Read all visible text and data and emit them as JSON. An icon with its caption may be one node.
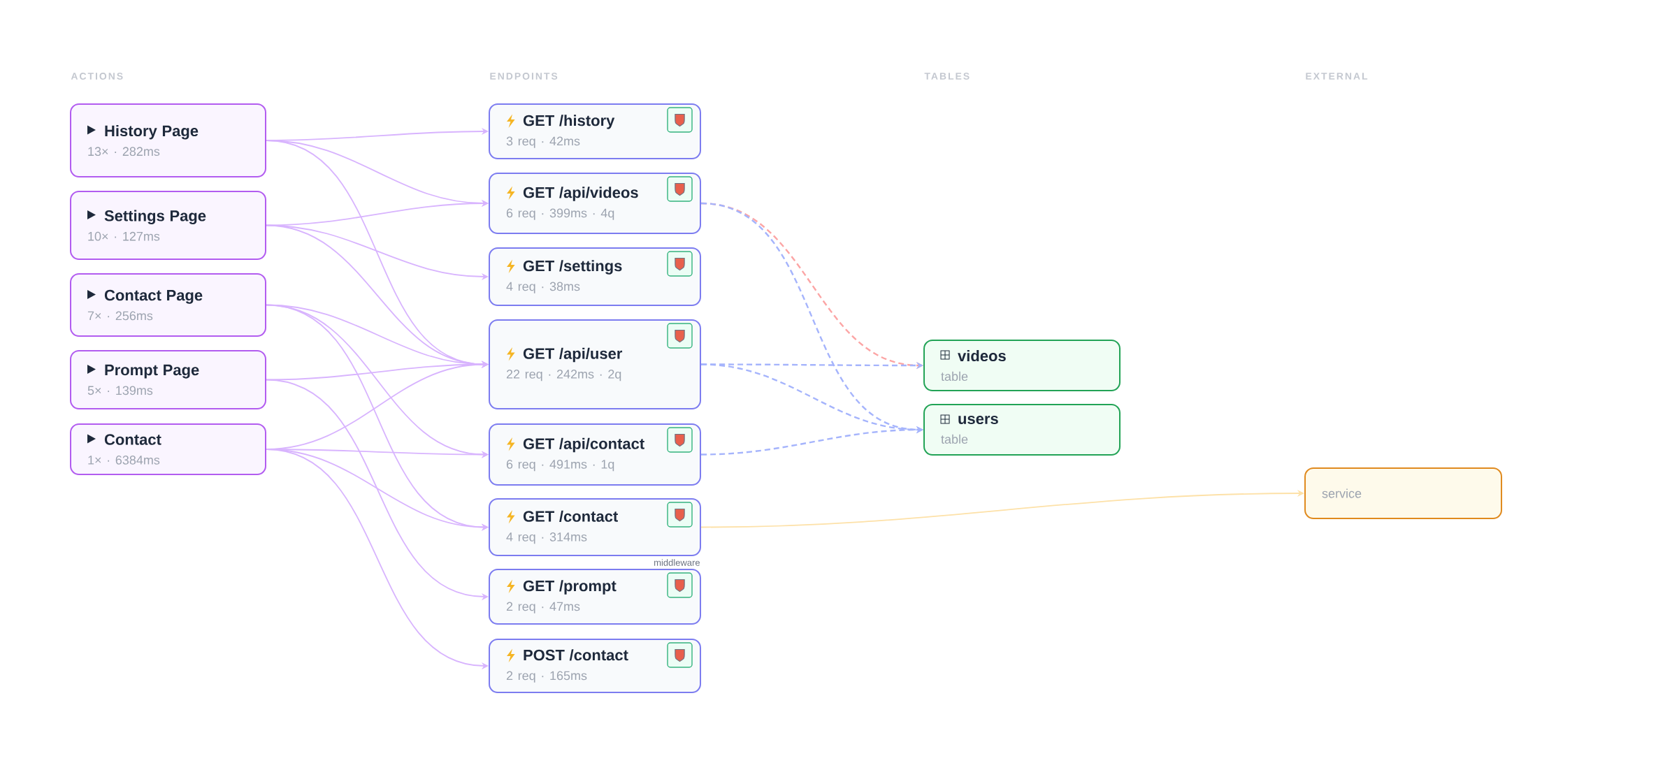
{
  "diagram": {
    "nodes": [
      {
        "text": [
          "History Page",
          "13× · 282ms"
        ]
      },
      {
        "text": [
          "Settings Page",
          "10× · 127ms"
        ]
      },
      {
        "text": [
          "Contact Page",
          "7× · 256ms"
        ]
      },
      {
        "text": [
          "Prompt Page",
          "5× · 139ms"
        ]
      },
      {
        "text": [
          "Contact",
          "1× · 6384ms"
        ]
      },
      {
        "text": [
          "GET /history",
          "3 req · 42ms"
        ]
      },
      {
        "text": [
          "GET /api/videos",
          "6 req · 399ms · 4q"
        ]
      },
      {
        "text": [
          "GET /settings",
          "4 req · 38ms"
        ]
      },
      {
        "text": [
          "GET /api/user",
          "22 req · 242ms · 2q"
        ]
      },
      {
        "text": [
          "GET /api/contact",
          "6 req · 491ms · 1q"
        ]
      },
      {
        "text": [
          "GET /contact",
          "4 req · 314ms"
        ]
      },
      {
        "text": [
          "GET /prompt",
          "2 req · 47ms"
        ]
      },
      {
        "text": [
          "POST /contact",
          "2 req · 165ms"
        ]
      },
      {
        "text": [
          "videos",
          "table"
        ]
      },
      {
        "text": [
          "users",
          "table"
        ]
      },
      {
        "text": [
          "service"
        ]
      }
    ],
    "edges": [
      {
        "from": 0,
        "to": 5,
        "arrow": "to"
      },
      {
        "from": 0,
        "to": 6,
        "arrow": "to"
      },
      {
        "from": 0,
        "to": 8,
        "arrow": "to"
      },
      {
        "from": 1,
        "to": 6,
        "arrow": "to"
      },
      {
        "from": 1,
        "to": 7,
        "arrow": "to"
      },
      {
        "from": 1,
        "to": 8,
        "arrow": "to"
      },
      {
        "from": 2,
        "to": 8,
        "arrow": "to"
      },
      {
        "from": 2,
        "to": 9,
        "arrow": "to"
      },
      {
        "from": 2,
        "to": 10,
        "arrow": "to"
      },
      {
        "from": 3,
        "to": 8,
        "arrow": "to"
      },
      {
        "from": 3,
        "to": 11,
        "arrow": "to"
      },
      {
        "from": 4,
        "to": 8,
        "arrow": "to"
      },
      {
        "from": 4,
        "to": 9,
        "arrow": "to"
      },
      {
        "from": 4,
        "to": 10,
        "arrow": "to"
      },
      {
        "from": 4,
        "to": 12,
        "arrow": "to"
      },
      {
        "from": 6,
        "to": 13,
        "arrow": "to",
        "style": "dashed",
        "color": "#fca5a5"
      },
      {
        "from": 6,
        "to": 14,
        "arrow": "to",
        "style": "dashed",
        "color": "#a5b4fc"
      },
      {
        "from": 8,
        "to": 13,
        "arrow": "to",
        "style": "dashed",
        "color": "#a5b4fc"
      },
      {
        "from": 8,
        "to": 14,
        "arrow": "to",
        "style": "dashed",
        "color": "#a5b4fc"
      },
      {
        "from": 9,
        "to": 14,
        "arrow": "to",
        "style": "dashed",
        "color": "#a5b4fc"
      },
      {
        "from": 10,
        "to": 15,
        "arrow": "to",
        "color": "#fde1a8"
      }
    ],
    "labels": [
      "ACTIONS",
      "ENDPOINTS",
      "TABLES",
      "EXTERNAL",
      "middleware"
    ]
  }
}
